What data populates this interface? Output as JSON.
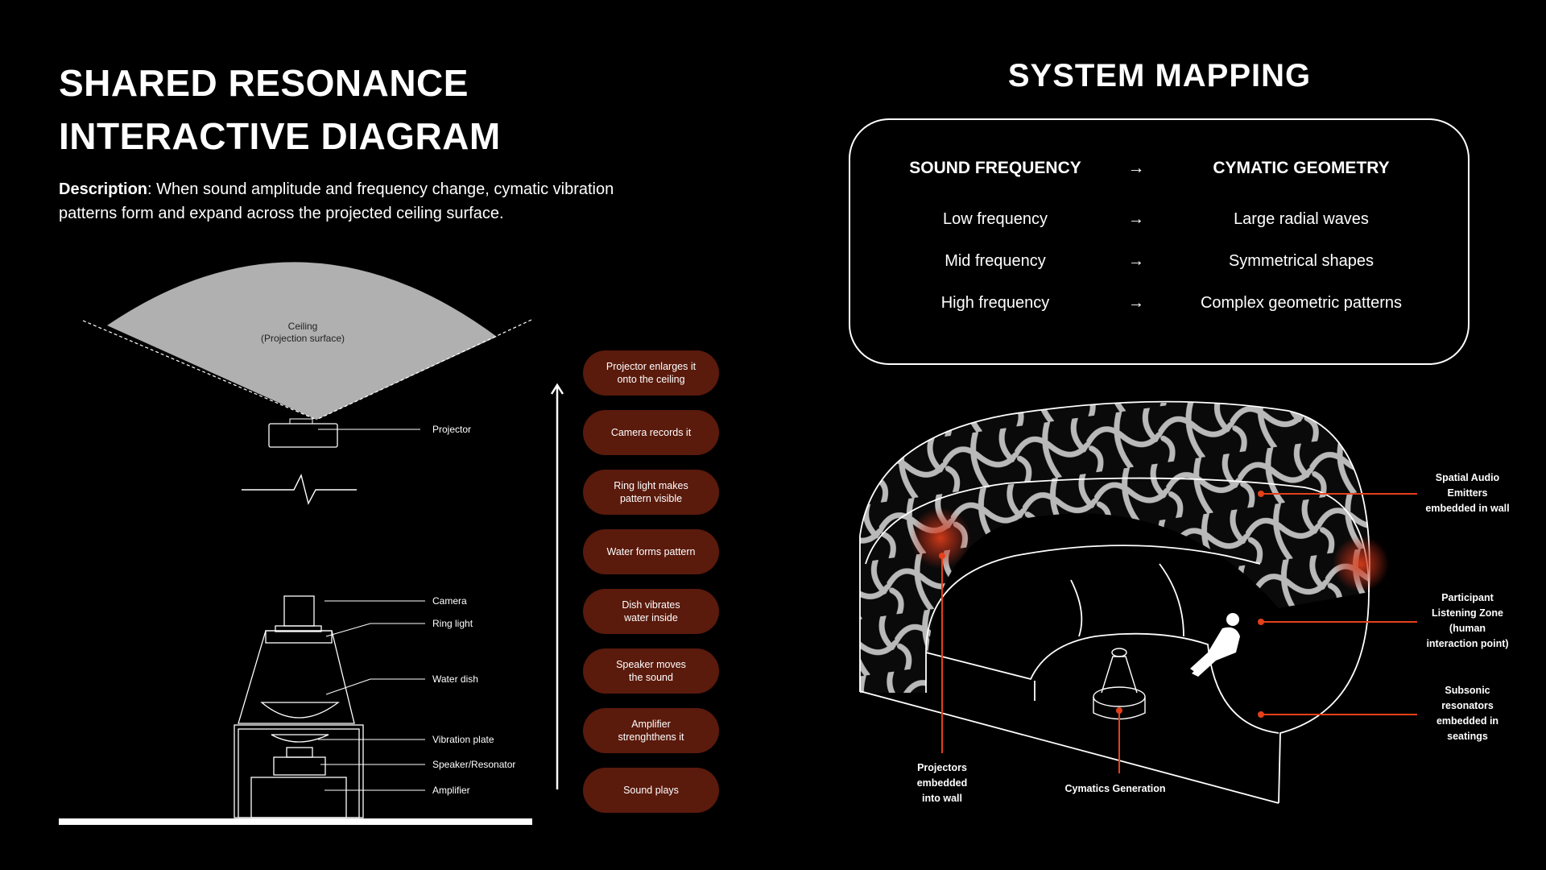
{
  "title": {
    "line1": "SHARED RESONANCE",
    "line2": "INTERACTIVE DIAGRAM"
  },
  "description": {
    "label": "Description",
    "text": ": When sound amplitude and frequency change, cymatic vibration patterns form and expand across the projected ceiling surface."
  },
  "left_diagram": {
    "ceiling_label_1": "Ceiling",
    "ceiling_label_2": "(Projection surface)",
    "labels": {
      "projector": "Projector",
      "camera": "Camera",
      "ring_light": "Ring light",
      "water_dish": "Water dish",
      "vibration_plate": "Vibration plate",
      "speaker": "Speaker/Resonator",
      "amplifier": "Amplifier"
    }
  },
  "flow_steps": [
    {
      "line1": "Projector enlarges it",
      "line2": "onto the ceiling"
    },
    {
      "line1": "Camera records it",
      "line2": ""
    },
    {
      "line1": "Ring light makes",
      "line2": "pattern visible"
    },
    {
      "line1": "Water forms pattern",
      "line2": ""
    },
    {
      "line1": "Dish vibrates",
      "line2": "water inside"
    },
    {
      "line1": "Speaker moves",
      "line2": "the sound"
    },
    {
      "line1": "Amplifier",
      "line2": "strenghthens it"
    },
    {
      "line1": "Sound plays",
      "line2": ""
    }
  ],
  "system_mapping": {
    "title": "SYSTEM MAPPING",
    "header": {
      "left": "SOUND FREQUENCY",
      "arrow": "→",
      "right": "CYMATIC GEOMETRY"
    },
    "rows": [
      {
        "left": "Low frequency",
        "arrow": "→",
        "right": "Large radial waves"
      },
      {
        "left": "Mid frequency",
        "arrow": "→",
        "right": "Symmetrical shapes"
      },
      {
        "left": "High frequency",
        "arrow": "→",
        "right": "Complex geometric patterns"
      }
    ]
  },
  "right_diagram": {
    "spatial_audio": [
      "Spatial Audio",
      "Emitters",
      "embedded in wall"
    ],
    "listening_zone": [
      "Participant",
      "Listening Zone",
      "(human",
      "interaction point)"
    ],
    "subsonic": [
      "Subsonic",
      "resonators",
      "embedded in",
      "seatings"
    ],
    "projectors": [
      "Projectors",
      "embedded",
      "into wall"
    ],
    "cymatics": "Cymatics Generation"
  },
  "colors": {
    "accent": "#e4401a",
    "pill": "#5a1a0c",
    "ceiling": "#b0b0b0"
  }
}
